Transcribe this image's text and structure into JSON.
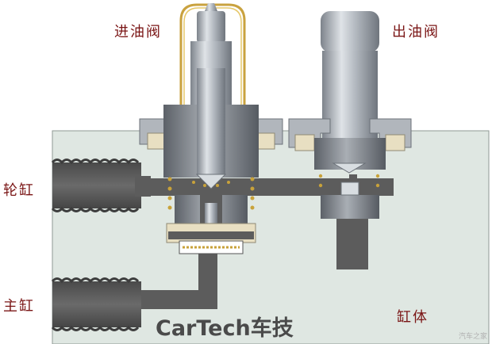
{
  "labels": {
    "inlet_valve": "进油阀",
    "outlet_valve": "出油阀",
    "wheel_cylinder": "轮缸",
    "master_cylinder": "主缸",
    "cylinder_body": "缸体"
  },
  "brand": {
    "name": "CarTech",
    "suffix": "车技"
  },
  "watermark": "汽车之家",
  "colors": {
    "body_fill": "#dfe7e2",
    "channel": "#5c5c5c",
    "steel": "#b9bec4",
    "bushing": "#e8dfc2",
    "coil_copper": "#c8a23a",
    "label_text": "#7a1515"
  }
}
